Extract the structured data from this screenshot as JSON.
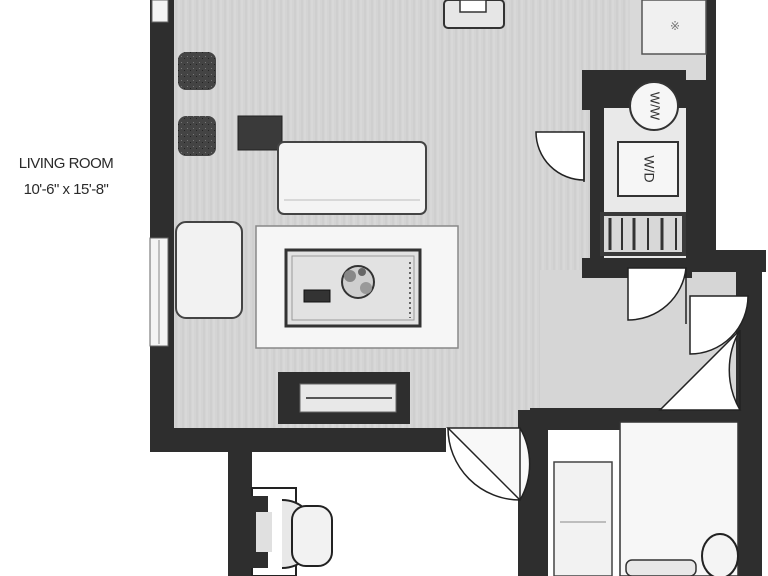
{
  "rooms": [
    {
      "name": "LIVING ROOM",
      "dimensions": "10'-6\" x 15'-8\""
    }
  ],
  "appliances": {
    "washer_label": "W/W",
    "washer_dryer_label": "W/D"
  },
  "colors": {
    "wall": "#2e2e2e",
    "floor": "#d4d4d4",
    "background": "#ffffff",
    "text": "#2a2a2a"
  }
}
